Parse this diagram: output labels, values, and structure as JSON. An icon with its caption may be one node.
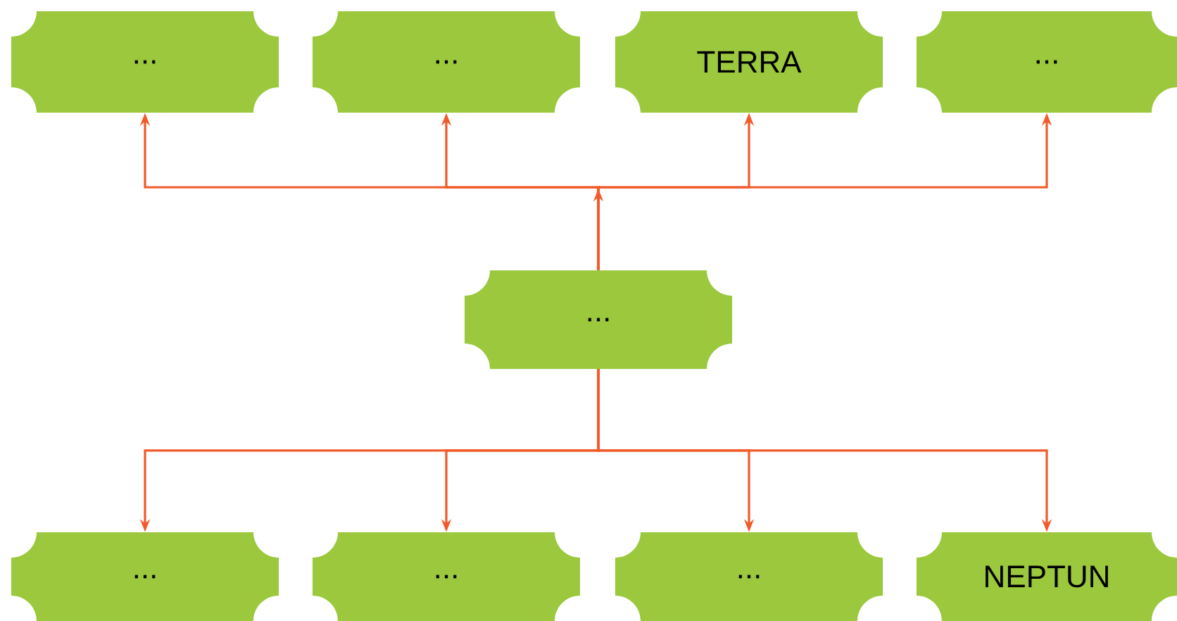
{
  "diagram": {
    "nodes": [
      {
        "text": [
          "..."
        ]
      },
      {
        "text": [
          "..."
        ]
      },
      {
        "text": [
          "TERRA"
        ]
      },
      {
        "text": [
          "..."
        ]
      },
      {
        "text": [
          "..."
        ]
      },
      {
        "text": [
          "..."
        ]
      },
      {
        "text": [
          "..."
        ]
      },
      {
        "text": [
          "..."
        ]
      },
      {
        "text": [
          "NEPTUN"
        ]
      }
    ],
    "edges": [
      {
        "from": 4,
        "to": 0,
        "arrow": "to"
      },
      {
        "from": 4,
        "to": 1,
        "arrow": "to"
      },
      {
        "from": 4,
        "to": 2,
        "arrow": "to"
      },
      {
        "from": 4,
        "to": 3,
        "arrow": "to"
      },
      {
        "from": 4,
        "to": 5,
        "arrow": "to"
      },
      {
        "from": 4,
        "to": 6,
        "arrow": "to"
      },
      {
        "from": 4,
        "to": 7,
        "arrow": "to"
      },
      {
        "from": 4,
        "to": 8,
        "arrow": "to"
      }
    ]
  }
}
